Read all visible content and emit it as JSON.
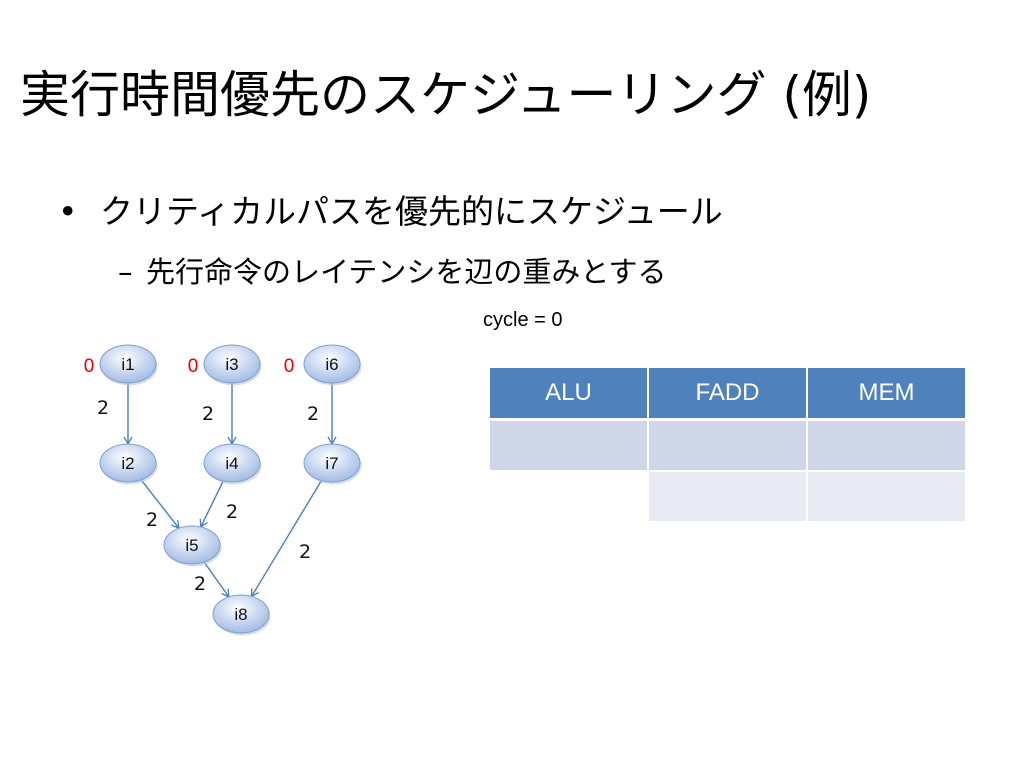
{
  "slide": {
    "title": "実行時間優先のスケジューリング (例)",
    "bullet_marker": "•",
    "bullet": "クリティカルパスを優先的にスケジュール",
    "sub_marker": "–",
    "sub_bullet": "先行命令のレイテンシを辺の重みとする",
    "cycle_label": "cycle = 0"
  },
  "graph": {
    "nodes": [
      {
        "id": "i1",
        "label": "i1"
      },
      {
        "id": "i3",
        "label": "i3"
      },
      {
        "id": "i6",
        "label": "i6"
      },
      {
        "id": "i2",
        "label": "i2"
      },
      {
        "id": "i4",
        "label": "i4"
      },
      {
        "id": "i7",
        "label": "i7"
      },
      {
        "id": "i5",
        "label": "i5"
      },
      {
        "id": "i8",
        "label": "i8"
      }
    ],
    "edges": [
      {
        "from": "i1",
        "to": "i2",
        "weight": "2"
      },
      {
        "from": "i3",
        "to": "i4",
        "weight": "2"
      },
      {
        "from": "i6",
        "to": "i7",
        "weight": "2"
      },
      {
        "from": "i2",
        "to": "i5",
        "weight": "2"
      },
      {
        "from": "i4",
        "to": "i5",
        "weight": "2"
      },
      {
        "from": "i7",
        "to": "i8",
        "weight": "2"
      },
      {
        "from": "i5",
        "to": "i8",
        "weight": "2"
      }
    ],
    "ready_times": [
      {
        "node": "i1",
        "value": "0"
      },
      {
        "node": "i3",
        "value": "0"
      },
      {
        "node": "i6",
        "value": "0"
      }
    ],
    "colors": {
      "node_fill": "#c6d6f0",
      "node_stroke": "#7f9fd0",
      "edge": "#4a7ebb",
      "ready_time": "#e00000"
    }
  },
  "schedule_table": {
    "headers": [
      "ALU",
      "FADD",
      "MEM"
    ],
    "rows": [
      [
        "",
        "",
        ""
      ],
      [
        "",
        "",
        ""
      ]
    ],
    "colors": {
      "header": "#4f81bd",
      "row1": "#cfd6e7",
      "row2": "#e8ebf4"
    }
  }
}
